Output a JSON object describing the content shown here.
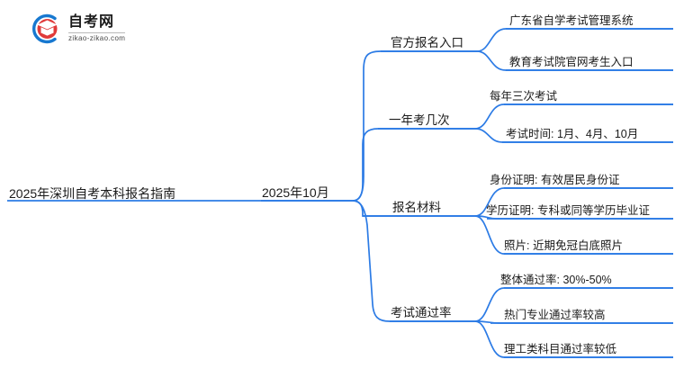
{
  "logo": {
    "name": "zikao-logo",
    "title": "自考网",
    "subtitle": "zikao-zikao.com"
  },
  "colors": {
    "connector": "#2c7be5",
    "text": "#1b1b1b",
    "logo_arc": "#1778d0",
    "logo_cap": "#e03a3a"
  },
  "mindmap": {
    "root": {
      "label": "2025年深圳自考本科报名指南"
    },
    "center": {
      "label": "2025年10月"
    },
    "branches": [
      {
        "label": "官方报名入口",
        "children": [
          {
            "label": "广东省自学考试管理系统"
          },
          {
            "label": "教育考试院官网考生入口"
          }
        ]
      },
      {
        "label": "一年考几次",
        "children": [
          {
            "label": "每年三次考试"
          },
          {
            "label": "考试时间: 1月、4月、10月"
          }
        ]
      },
      {
        "label": "报名材料",
        "children": [
          {
            "label": "身份证明: 有效居民身份证"
          },
          {
            "label": "学历证明: 专科或同等学历毕业证"
          },
          {
            "label": "照片: 近期免冠白底照片"
          }
        ]
      },
      {
        "label": "考试通过率",
        "children": [
          {
            "label": "整体通过率: 30%-50%"
          },
          {
            "label": "热门专业通过率较高"
          },
          {
            "label": "理工类科目通过率较低"
          }
        ]
      }
    ]
  }
}
